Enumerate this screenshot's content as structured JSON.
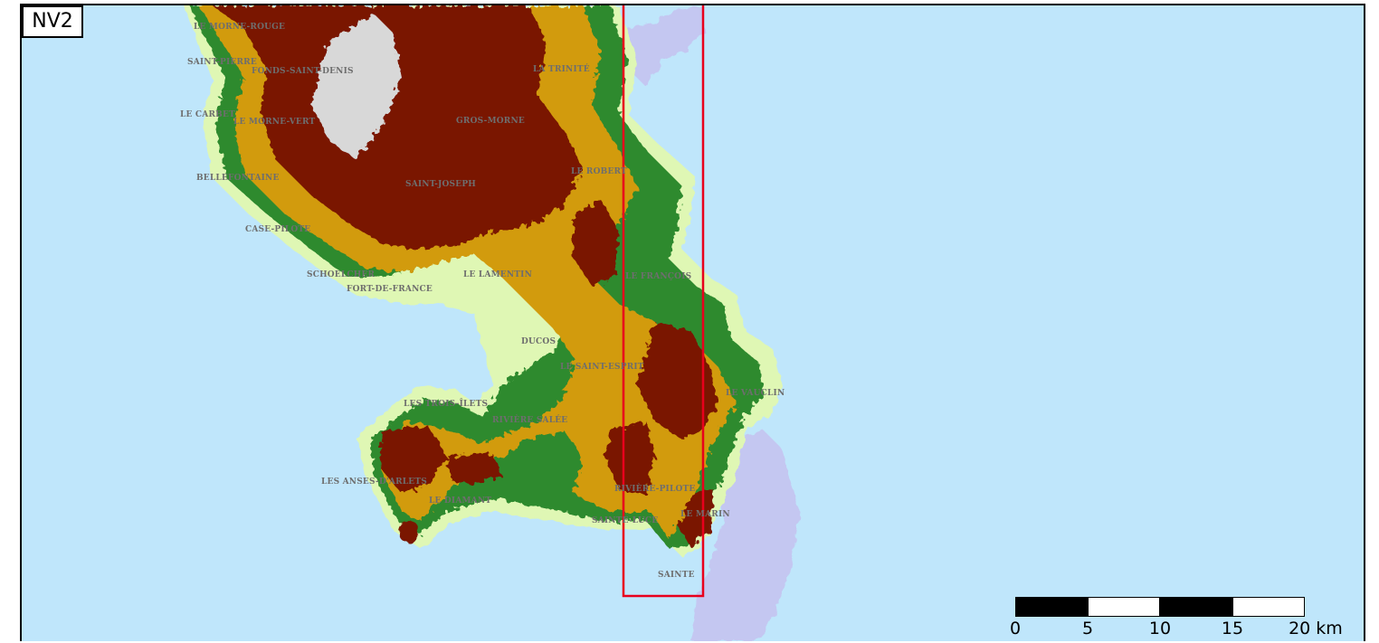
{
  "panel_label": "NV2",
  "colors": {
    "sea": "#bfe6fb",
    "lowland": "#dff7b4",
    "low": "#b9ec96",
    "green": "#2d8a2e",
    "mid": "#d29b0e",
    "high": "#7a1800",
    "peak": "#d8d8d8",
    "reef": "#c4c3ef",
    "selection_box": "#e8001c"
  },
  "towns": [
    "LE MORNE-ROUGE",
    "SAINT-PIERRE",
    "FONDS-SAINT-DENIS",
    "LA TRINITÉ",
    "LE CARBET",
    "LE MORNE-VERT",
    "GROS-MORNE",
    "LE ROBERT",
    "BELLEFONTAINE",
    "SAINT-JOSEPH",
    "CASE-PILOTE",
    "SCHOELCHER",
    "LE LAMENTIN",
    "LE FRANÇOIS",
    "FORT-DE-FRANCE",
    "DUCOS",
    "LE SAINT-ESPRIT",
    "LE VAUCLIN",
    "LES TROIS-ÎLETS",
    "RIVIÈRE SALÉE",
    "LES ANSES-D'ARLETS",
    "LE DIAMANT",
    "RIVIÈRE-PILOTE",
    "SAINTE-LUCE",
    "LE MARIN",
    "SAINTE"
  ],
  "scale_bar": {
    "labels": [
      "0",
      "5",
      "10",
      "15",
      "20 km"
    ]
  }
}
